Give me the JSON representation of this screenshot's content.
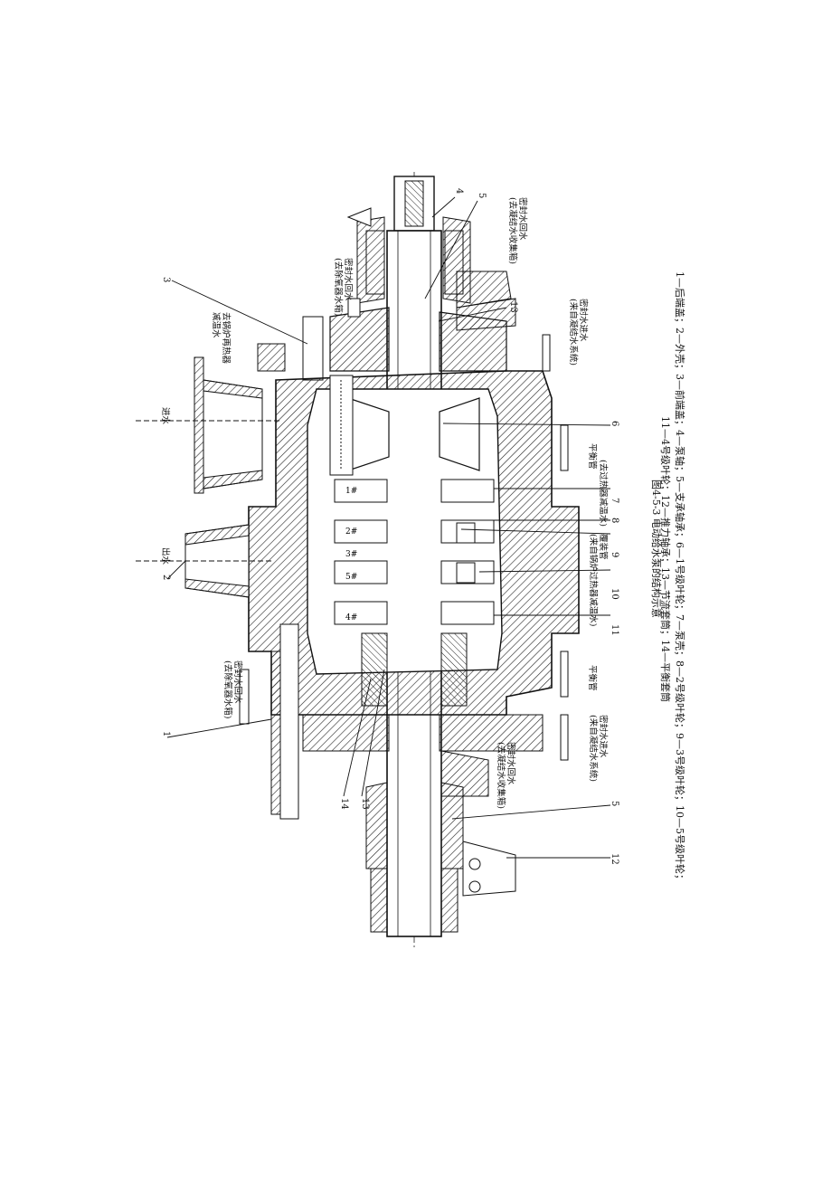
{
  "figure": {
    "caption": "图4-5-3  电动给水泵的结构示意",
    "legend_line1": "1—后端盖；2—外壳；3—前端盖；4—泵轴；5—支承轴承；6—1号级叶轮；7—泵壳；8—2号级叶轮；9—3号级叶轮；10—5号级叶轮；",
    "legend_line2": "11—4号级叶轮；12—推力轴承；13—节流套筒；14—平衡套筒"
  },
  "labels": {
    "inlet": "进水",
    "outlet": "出水",
    "reheater_spray": "去锅炉再热器\n减温水",
    "seal_return_top": "密封水回水\n(去除氧器水箱)",
    "seal_return_tr": "密封水回水\n(去凝结水收集箱)",
    "seal_in_tr": "密封水进水\n(来自凝结水系统)",
    "balance_pipe_top": "平衡管",
    "superheater_spray": "(去过热器减温水)",
    "return_pipe": "覆装管\n(来自锅炉过热器减温水)",
    "seal_return_bl": "密封水回水\n(去除氧器水箱)",
    "seal_return_bm": "密封水回水\n(去凝结水收集箱)",
    "seal_in_br": "密封水进水\n(来自凝结水系统)",
    "balance_pipe_bottom": "平衡管"
  },
  "stage_marks": [
    "1#",
    "2#",
    "3#",
    "5#",
    "4#"
  ],
  "part_numbers": {
    "n1": "1",
    "n2": "2",
    "n3": "3",
    "n4": "4",
    "n5a": "5",
    "n5b": "5",
    "n6": "6",
    "n7": "7",
    "n8": "8",
    "n9": "9",
    "n10": "10",
    "n11": "11",
    "n12": "12",
    "n13a": "13",
    "n13b": "13",
    "n14": "14"
  }
}
